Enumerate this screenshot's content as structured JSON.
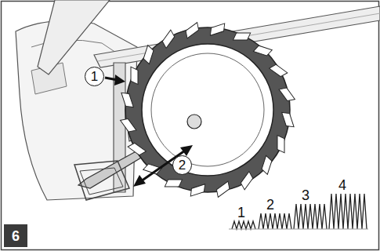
{
  "diagram": {
    "nodes": [
      {
        "text": [
          "1"
        ]
      },
      {
        "text": [
          "2"
        ]
      },
      {
        "text": [
          "6"
        ]
      }
    ],
    "labels": [
      "1",
      "2",
      "3",
      "4"
    ]
  }
}
